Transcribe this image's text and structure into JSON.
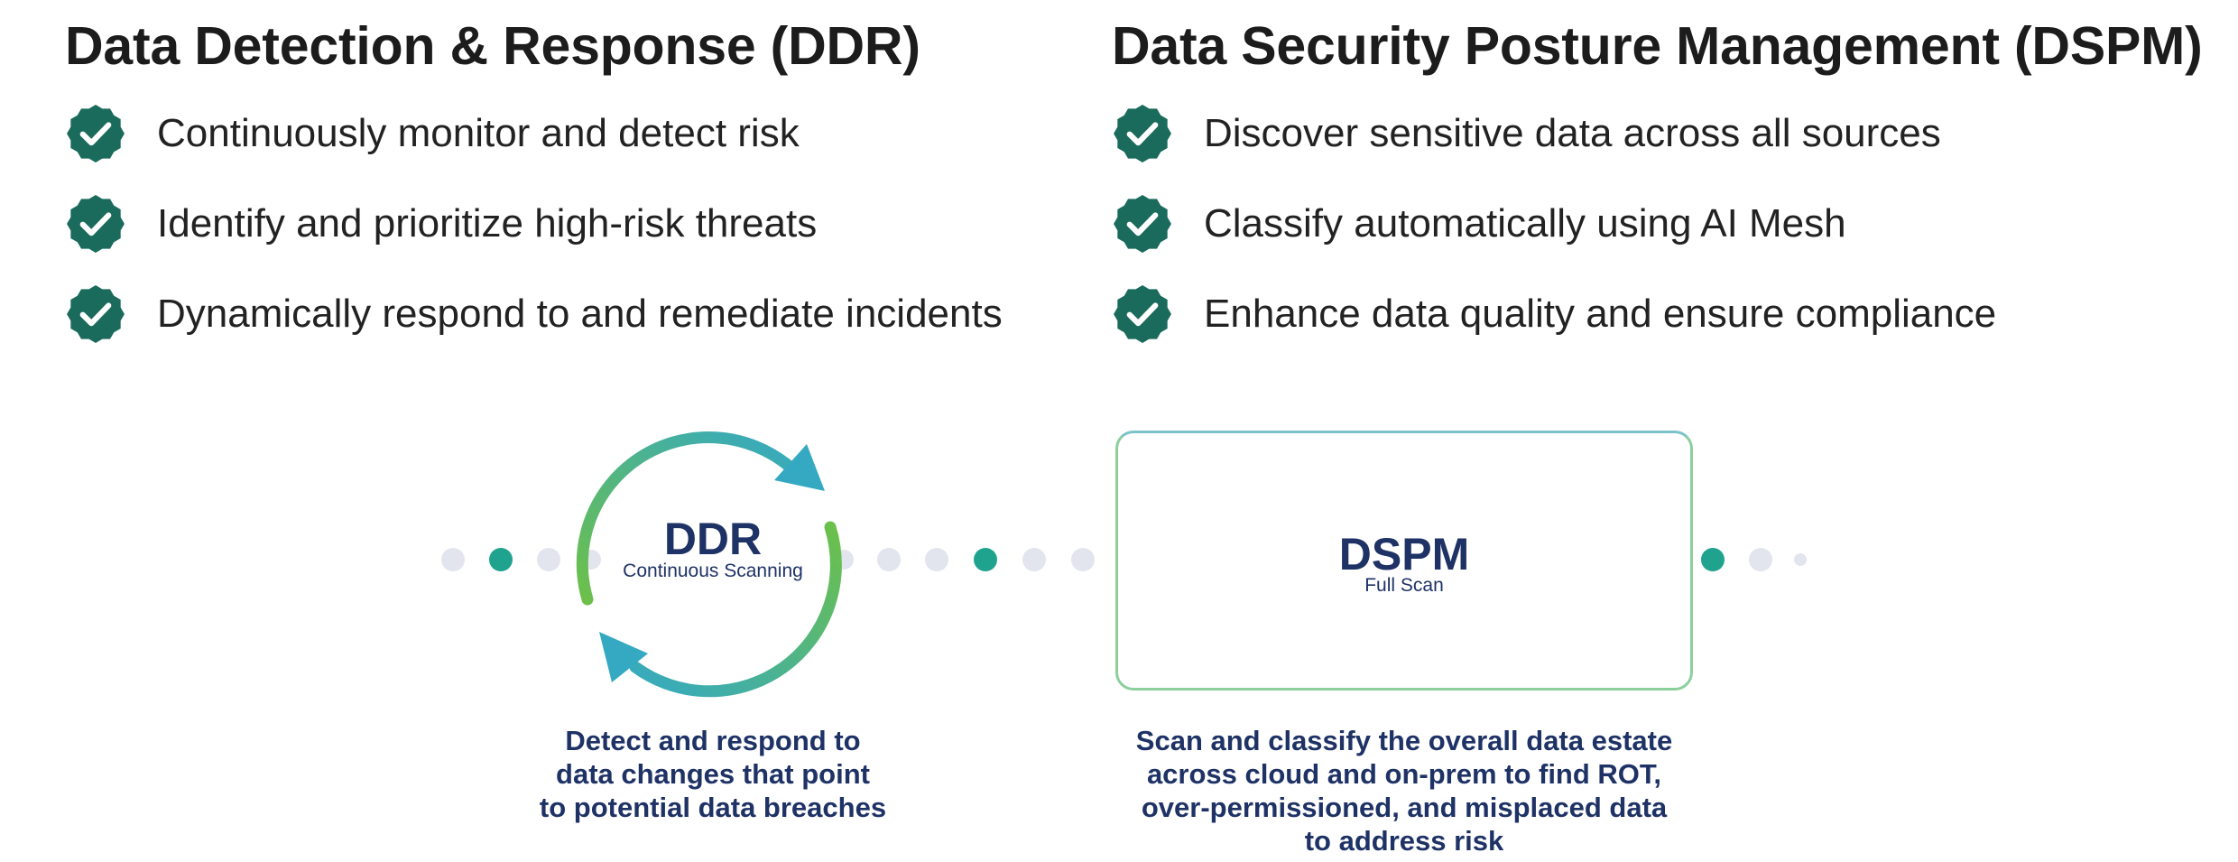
{
  "ddr_section": {
    "heading": "Data Detection & Response (DDR)",
    "features": [
      {
        "text": "Continuously monitor and detect risk",
        "icon": "check-badge-icon"
      },
      {
        "text": "Identify and prioritize high-risk threats",
        "icon": "check-badge-icon"
      },
      {
        "text": "Dynamically respond to and remediate incidents",
        "icon": "check-badge-icon"
      }
    ]
  },
  "dspm_section": {
    "heading": "Data Security Posture Management (DSPM)",
    "features": [
      {
        "text": "Discover sensitive data across all sources",
        "icon": "check-badge-icon"
      },
      {
        "text": "Classify automatically using AI Mesh",
        "icon": "check-badge-icon"
      },
      {
        "text": "Enhance data quality and ensure compliance",
        "icon": "check-badge-icon"
      }
    ]
  },
  "diagram": {
    "ddr_node": {
      "title": "DDR",
      "subtitle": "Continuous Scanning",
      "caption_lines": [
        "Detect and respond to",
        "data changes that point",
        "to potential data breaches"
      ]
    },
    "dspm_node": {
      "title": "DSPM",
      "subtitle": "Full Scan",
      "caption_lines": [
        "Scan and classify the overall data estate",
        "across cloud and on-prem to find ROT,",
        "over-permissioned, and misplaced data",
        "to address risk"
      ]
    }
  },
  "colors": {
    "badge": "#1a6b5c",
    "accent_teal": "#1fa38f",
    "dot_gray": "#e2e5ee",
    "navy_text": "#1e3266",
    "green": "#6cc04a",
    "teal_arrow": "#35a9c2"
  }
}
